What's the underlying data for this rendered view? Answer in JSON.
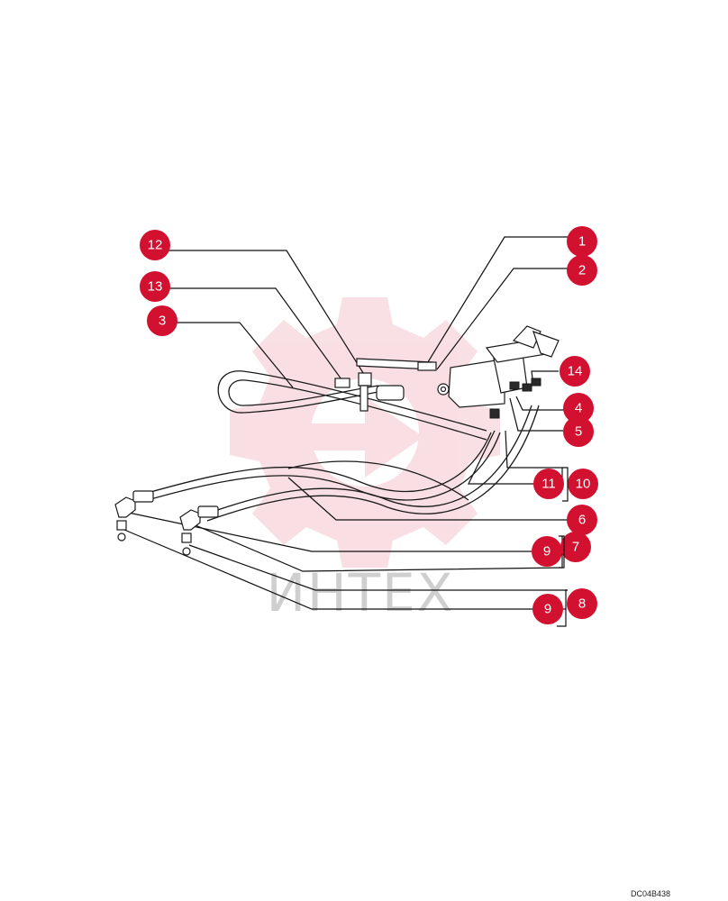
{
  "watermark": {
    "text": "ИНТЕХ",
    "color": "#d2102f"
  },
  "badge_color": "#d2102f",
  "callouts": [
    {
      "id": "c12",
      "label": "12"
    },
    {
      "id": "c13",
      "label": "13"
    },
    {
      "id": "c3",
      "label": "3"
    },
    {
      "id": "c1",
      "label": "1"
    },
    {
      "id": "c2",
      "label": "2"
    },
    {
      "id": "c14",
      "label": "14"
    },
    {
      "id": "c4",
      "label": "4"
    },
    {
      "id": "c5",
      "label": "5"
    },
    {
      "id": "c11",
      "label": "11"
    },
    {
      "id": "c10",
      "label": "10"
    },
    {
      "id": "c6",
      "label": "6"
    },
    {
      "id": "c9a",
      "label": "9"
    },
    {
      "id": "c7",
      "label": "7"
    },
    {
      "id": "c9b",
      "label": "9"
    },
    {
      "id": "c8",
      "label": "8"
    }
  ],
  "drawing_code": "DC04B438"
}
